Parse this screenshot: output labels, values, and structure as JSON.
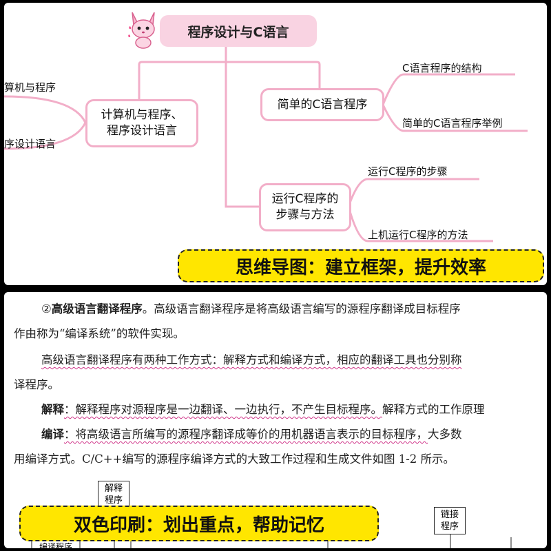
{
  "mindmap": {
    "root": "程序设计与C语言",
    "branch_left": {
      "label_line1": "计算机与程序、",
      "label_line2": "程序设计语言",
      "leaves": [
        "算机与程序",
        "序设计语言"
      ]
    },
    "branch_right_1": {
      "label": "简单的C语言程序",
      "leaves": [
        "C语言程序的结构",
        "简单的C语言程序举例"
      ]
    },
    "branch_right_2": {
      "label_line1": "运行C程序的",
      "label_line2": "步骤与方法",
      "leaves": [
        "运行C程序的步骤",
        "上机运行C程序的方法"
      ]
    },
    "banner": "思维导图：建立框架，提升效率"
  },
  "document": {
    "p1_line1_marker": "②",
    "p1_line1_bold": "高级语言翻译程序",
    "p1_line1_rest": "。高级语言翻译程序是将高级语言编写的源程序翻译成目标程序",
    "p1_line2": "作由称为“编译系统”的软件实现。",
    "p2_line1": "高级语言翻译程序有两种工作方式：解释方式和编译方式，相应的翻译工具也分别称",
    "p2_line2": "译程序。",
    "p3_label": "解释",
    "p3_text_wavy": "：解释程序对源程序是一边翻译、一边执行，不产生目标程序。",
    "p3_text_rest": "解释方式的工作原理",
    "p4_label": "编译",
    "p4_text_wavy": "：将高级语言所编写的源程序翻译成等价的用机器语言表示的目标程序，",
    "p4_text_rest": "大多数",
    "p5_line": "用编译方式。C/C++编写的源程序编译方式的大致工作过程和生成文件如图 1-2 所示。",
    "diagram_box_1": "解释\n程序",
    "diagram_box_2": "链接\n程序",
    "diagram_box_3": "编译程序",
    "banner": "双色印刷：划出重点，帮助记忆"
  },
  "colors": {
    "accent_pink": "#f2aec8",
    "root_fill": "#f9d3e2",
    "banner_yellow": "#ffe600",
    "wavy_magenta": "#d0368a"
  }
}
